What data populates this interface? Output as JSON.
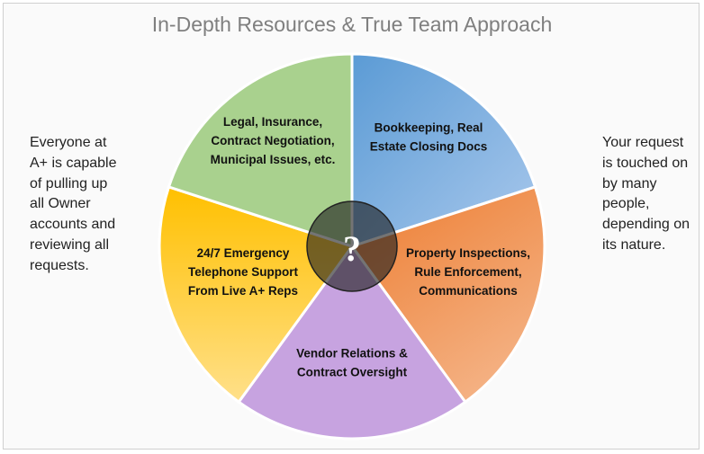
{
  "title": "In-Depth Resources & True Team Approach",
  "left_note": "Everyone at A+ is capable of pulling up all Owner accounts and reviewing all requests.",
  "right_note": "Your request is touched on by many people, depending on its nature.",
  "center_symbol": "?",
  "segments": [
    {
      "lines": [
        "Bookkeeping, Real",
        "Estate Closing Docs"
      ],
      "color_light": "#a9c8ec",
      "color_dark": "#5b9bd5"
    },
    {
      "lines": [
        "Property Inspections,",
        "Rule Enforcement,",
        "Communications"
      ],
      "color_light": "#f6c19a",
      "color_dark": "#ed7d31"
    },
    {
      "lines": [
        "Vendor Relations &",
        "Contract Oversight"
      ],
      "color_light": "#c7a3e0",
      "color_dark": "#c7a3e0"
    },
    {
      "lines": [
        "24/7 Emergency",
        "Telephone Support",
        "From Live A+ Reps"
      ],
      "color_light": "#ffd966",
      "color_dark": "#ffc000"
    },
    {
      "lines": [
        "Legal, Insurance,",
        "Contract Negotiation,",
        "Municipal Issues, etc."
      ],
      "color_light": "#a9d18e",
      "color_dark": "#a9d18e"
    }
  ]
}
